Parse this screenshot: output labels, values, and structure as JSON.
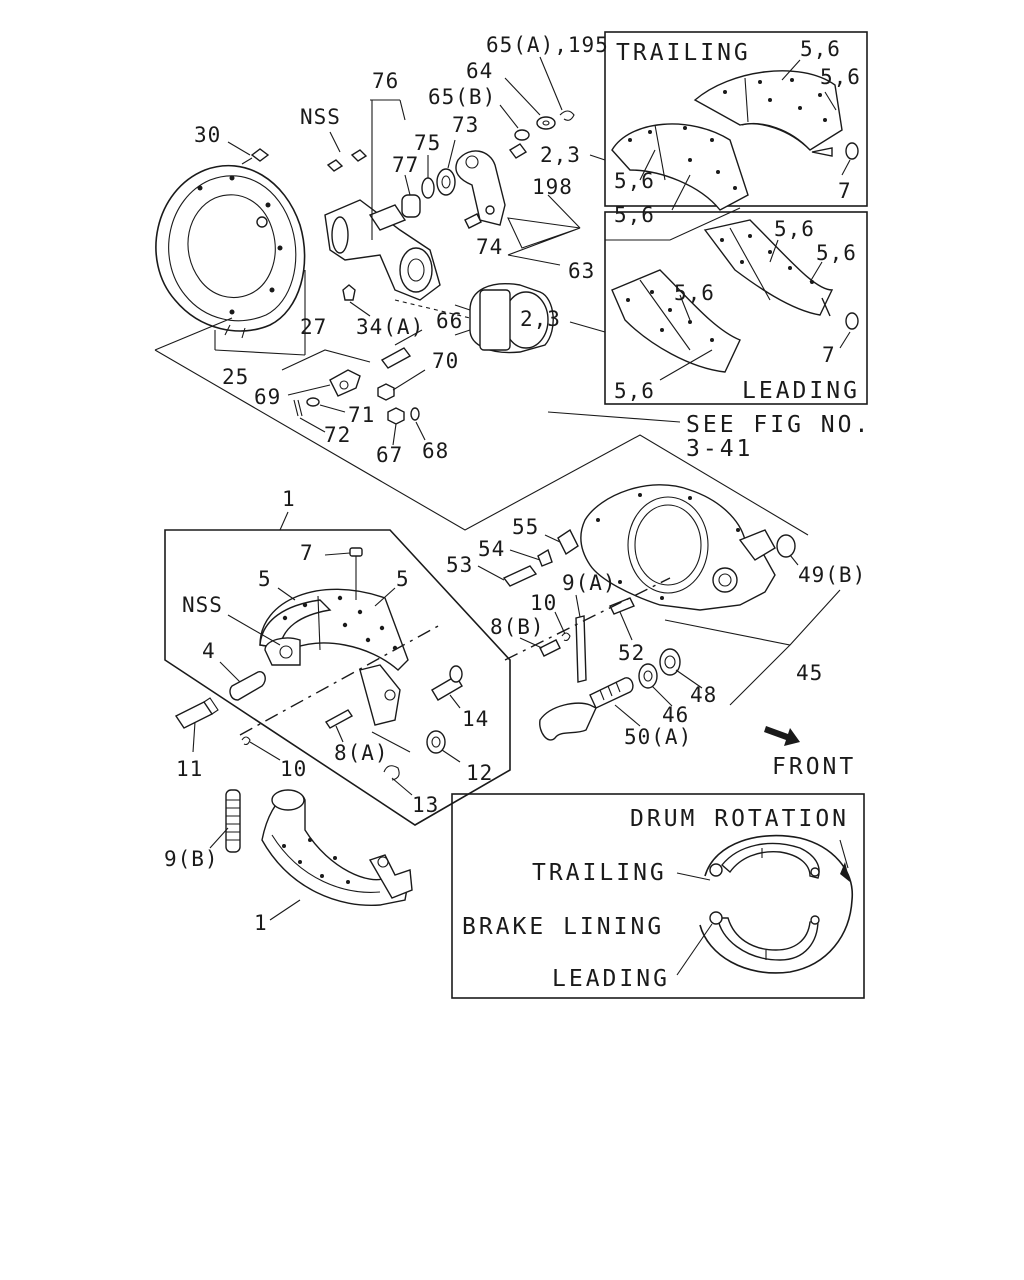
{
  "page": {
    "colors": {
      "ink": "#1a1a1a",
      "paper": "#ffffff"
    }
  },
  "callouts": {
    "c_65a_195": "65(A),195",
    "c_64": "64",
    "c_65b": "65(B)",
    "c_73": "73",
    "c_76": "76",
    "c_nss_top": "NSS",
    "c_30": "30",
    "c_75": "75",
    "c_77": "77",
    "c_23_top": "2,3",
    "c_198": "198",
    "c_74": "74",
    "c_63": "63",
    "c_27": "27",
    "c_34a": "34(A)",
    "c_66": "66",
    "c_25": "25",
    "c_70": "70",
    "c_69": "69",
    "c_71": "71",
    "c_72": "72",
    "c_67": "67",
    "c_68": "68",
    "c_see_fig": "SEE FIG NO.",
    "c_fig_no": "3-41",
    "c_1_top": "1",
    "c_7_mid": "7",
    "c_5_left": "5",
    "c_5_right": "5",
    "c_nss_mid": "NSS",
    "c_4": "4",
    "c_11": "11",
    "c_10_left": "10",
    "c_8a": "8(A)",
    "c_14": "14",
    "c_12": "12",
    "c_13": "13",
    "c_9b": "9(B)",
    "c_1_bottom": "1",
    "c_55": "55",
    "c_54": "54",
    "c_53": "53",
    "c_9a": "9(A)",
    "c_10_right": "10",
    "c_8b": "8(B)",
    "c_52": "52",
    "c_49b": "49(B)",
    "c_45": "45",
    "c_48": "48",
    "c_46": "46",
    "c_50a": "50(A)",
    "c_front": "FRONT",
    "c_23_mid": "2,3"
  },
  "trailing_box": {
    "title": "TRAILING",
    "lbl_a": "5,6",
    "lbl_b": "5,6",
    "lbl_c": "5,6",
    "lbl_d": "5,6",
    "lbl_7": "7"
  },
  "leading_box": {
    "title": "LEADING",
    "lbl_a": "5,6",
    "lbl_b": "5,6",
    "lbl_c": "5,6",
    "lbl_d": "5,6",
    "lbl_7": "7"
  },
  "legend": {
    "title": "DRUM ROTATION",
    "trailing": "TRAILING",
    "brake_lining": "BRAKE LINING",
    "leading": "LEADING"
  }
}
